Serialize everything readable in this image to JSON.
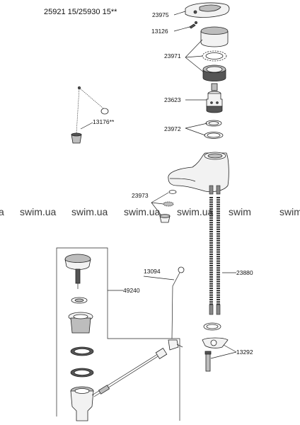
{
  "title": "25921 15/25930 15**",
  "labels": {
    "l23975": "23975",
    "l13126": "13126",
    "l23971": "23971",
    "l23623": "23623",
    "l13176": "13176**",
    "l23972": "23972",
    "l23973": "23973",
    "l13094": "13094",
    "l49240": "49240",
    "l23880": "23880",
    "l13292": "13292"
  },
  "watermark": {
    "w0": "a",
    "w1": "swim.ua",
    "w2": "swim.ua",
    "w3": "swim.ua",
    "w4": "swim.ua",
    "w5": "swim"
  }
}
